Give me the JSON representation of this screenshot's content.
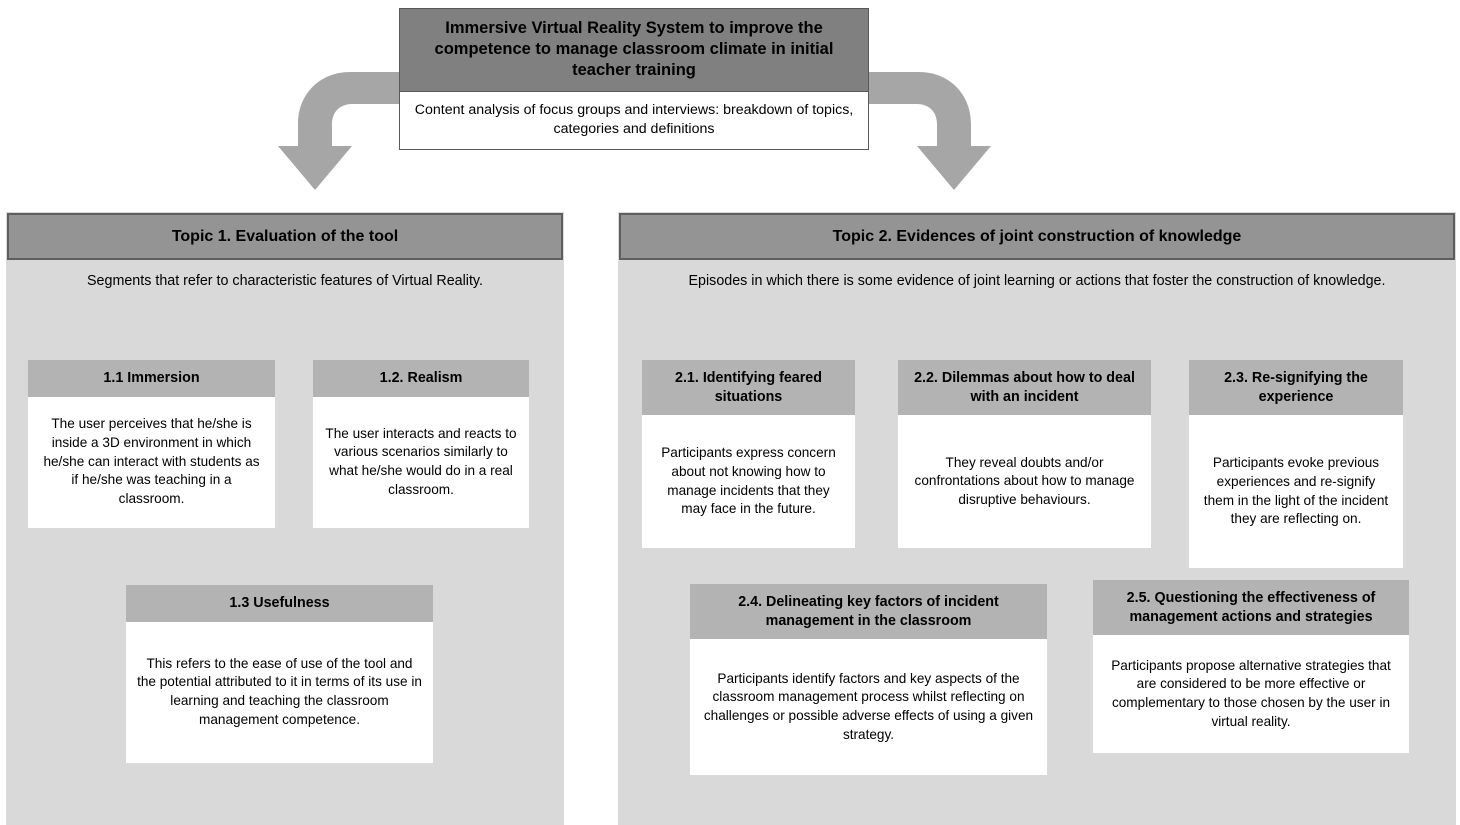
{
  "root": {
    "title": "Immersive Virtual Reality System to improve the competence to manage classroom climate in initial teacher training",
    "subtitle": "Content analysis of focus groups and interviews: breakdown of topics, categories and definitions"
  },
  "colors": {
    "root_header_bg": "#808080",
    "topic_header_bg": "#949494",
    "topic_header_border": "#5e5e5e",
    "panel_bg": "#d9d9d9",
    "card_header_bg": "#b3b3b3",
    "card_body_bg": "#ffffff",
    "arrow_fill": "#a6a6a6",
    "text": "#000000"
  },
  "arrows": [
    {
      "name": "arrow-to-topic-1",
      "direction": "down-left"
    },
    {
      "name": "arrow-to-topic-2",
      "direction": "down-right"
    }
  ],
  "topics": [
    {
      "id": "topic-1",
      "header": "Topic 1. Evaluation of the tool",
      "description": "Segments that refer to characteristic features of Virtual Reality.",
      "categories": [
        {
          "id": "1.1",
          "title": "1.1 Immersion",
          "definition": "The user perceives that he/she is inside a 3D environment in which he/she can interact with students as if he/she was teaching in a classroom."
        },
        {
          "id": "1.2",
          "title": "1.2. Realism",
          "definition": "The user interacts and reacts to various scenarios similarly to what he/she would do in a real classroom."
        },
        {
          "id": "1.3",
          "title": "1.3 Usefulness",
          "definition": "This refers to the ease of use of the tool and the potential attributed to it in terms of its use in learning and teaching the classroom management competence."
        }
      ]
    },
    {
      "id": "topic-2",
      "header": "Topic 2. Evidences of joint construction of knowledge",
      "description": "Episodes in which there is some evidence of joint learning or actions that foster the construction of knowledge.",
      "categories": [
        {
          "id": "2.1",
          "title": "2.1. Identifying feared situations",
          "definition": "Participants express concern about not knowing how to manage incidents that they may face in the future."
        },
        {
          "id": "2.2",
          "title": "2.2. Dilemmas about how to deal with an incident",
          "definition": "They reveal doubts and/or confrontations about how to manage disruptive behaviours."
        },
        {
          "id": "2.3",
          "title": "2.3. Re-signifying the experience",
          "definition": "Participants evoke previous experiences and re-signify them in the light of the incident they are reflecting on."
        },
        {
          "id": "2.4",
          "title": "2.4. Delineating key factors of incident management in the classroom",
          "definition": "Participants identify factors and key aspects of the classroom management process whilst reflecting on challenges or possible adverse effects of using a given strategy."
        },
        {
          "id": "2.5",
          "title": "2.5. Questioning the effectiveness of management actions and strategies",
          "definition": "Participants propose alternative strategies that are considered to be more effective or complementary to those chosen by the user in virtual reality."
        }
      ]
    }
  ]
}
